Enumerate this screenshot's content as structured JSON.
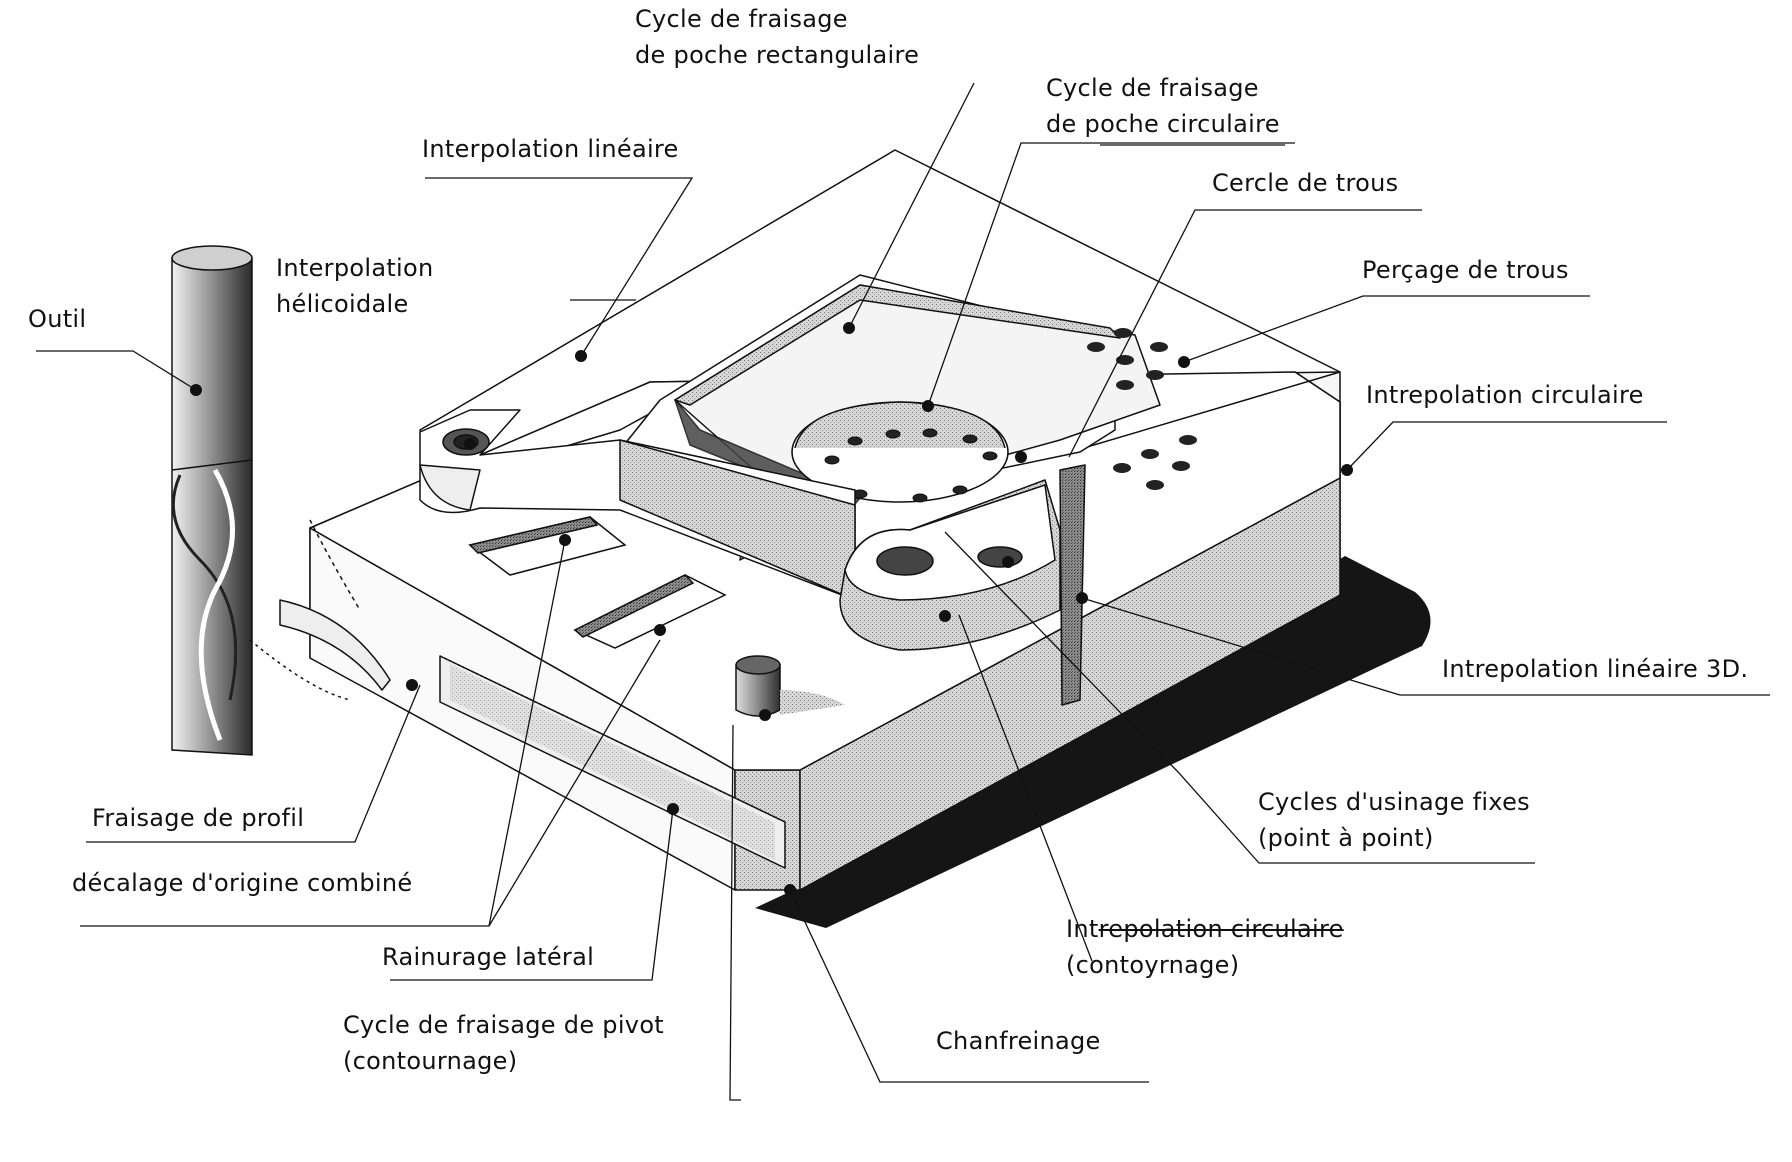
{
  "title": "Opérations d'usinage — pièce fraisée",
  "labels": {
    "outil": "Outil",
    "interp_helicoidale_1": "Interpolation",
    "interp_helicoidale_2": "hélicoidale",
    "interp_lineaire": "Interpolation linéaire",
    "poche_rect_1": "Cycle de fraisage",
    "poche_rect_2": "de poche rectangulaire",
    "poche_circ_1": "Cycle de fraisage",
    "poche_circ_2": "de poche circulaire",
    "cercle_trous": "Cercle de trous",
    "percage_trous": "Perçage de trous",
    "interp_circulaire": "Intrepolation circulaire",
    "interp_lineaire_3d": "Intrepolation linéaire 3D.",
    "cycles_fixes_1": "Cycles d'usinage fixes",
    "cycles_fixes_2": "(point à point)",
    "interp_circ_contour_1a": "Int",
    "interp_circ_contour_1b": "repolation circulaire",
    "interp_circ_contour_2": "(contoyrnage)",
    "chanfreinage": "Chanfreinage",
    "pivot_1": "Cycle de fraisage de pivot",
    "pivot_2": "(contournage)",
    "rainurage": "Rainurage latéral",
    "decalage": "décalage d'origine combiné",
    "fraisage_profil": "Fraisage de profil"
  },
  "colors": {
    "line": "#111111",
    "shade": "#9a9a9a",
    "dark": "#1a1a1a",
    "paper": "#ffffff"
  }
}
